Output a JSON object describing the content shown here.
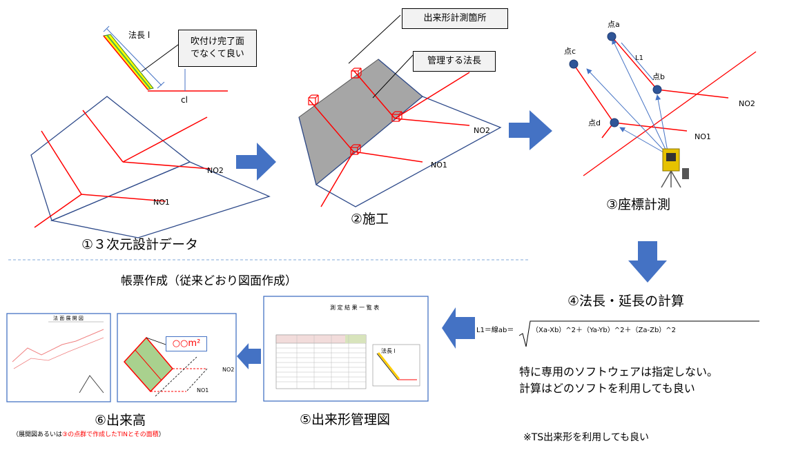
{
  "step1": {
    "caption": "①３次元設計データ",
    "slope_length_label": "法長 l",
    "callout": [
      "吹付け完了面",
      "でなくて良い"
    ],
    "cl_label": "cl",
    "no2": "NO2",
    "no1": "NO1"
  },
  "step2": {
    "caption": "②施工",
    "callout_top": "出来形計測箇所",
    "callout_mid": "管理する法長",
    "no2": "NO2",
    "no1": "NO1"
  },
  "step3": {
    "caption": "③座標計測",
    "points": [
      "点a",
      "点b",
      "点c",
      "点d"
    ],
    "l1": "L1",
    "no2": "NO2",
    "no1": "NO1"
  },
  "step4": {
    "caption": "④法長・延長の計算",
    "formula_lhs": "L1＝線ab＝",
    "formula_rhs": "（Xa-Xb）^2＋（Ya-Yb）^2＋（Za-Zb）^2",
    "note_line1": "特に専用のソフトウェアは指定しない。",
    "note_line2": "計算はどのソフトを利用しても良い",
    "ts_note": "※TS出来形を利用しても良い"
  },
  "step5": {
    "caption": "⑤出来形管理図",
    "sheet_title": "測 定 結 果 一 覧 表",
    "slope_label": "法長 l"
  },
  "step6": {
    "caption": "⑥出来高",
    "sub_before": "（展開図あるいは",
    "sub_red": "③の点群で作成したTINとその面積",
    "sub_after": "）",
    "area_label": "○○m²",
    "no2": "NO2",
    "no1": "NO1",
    "drawing_title": "法 面 展 開 図"
  },
  "ledger_heading": "帳票作成（従来どおり図面作成）",
  "colors": {
    "arrow": "#4472c4",
    "red": "#ff0000",
    "outline": "#2e4a8a",
    "slope": "#a6a6a6",
    "area": "#a9d18e"
  }
}
